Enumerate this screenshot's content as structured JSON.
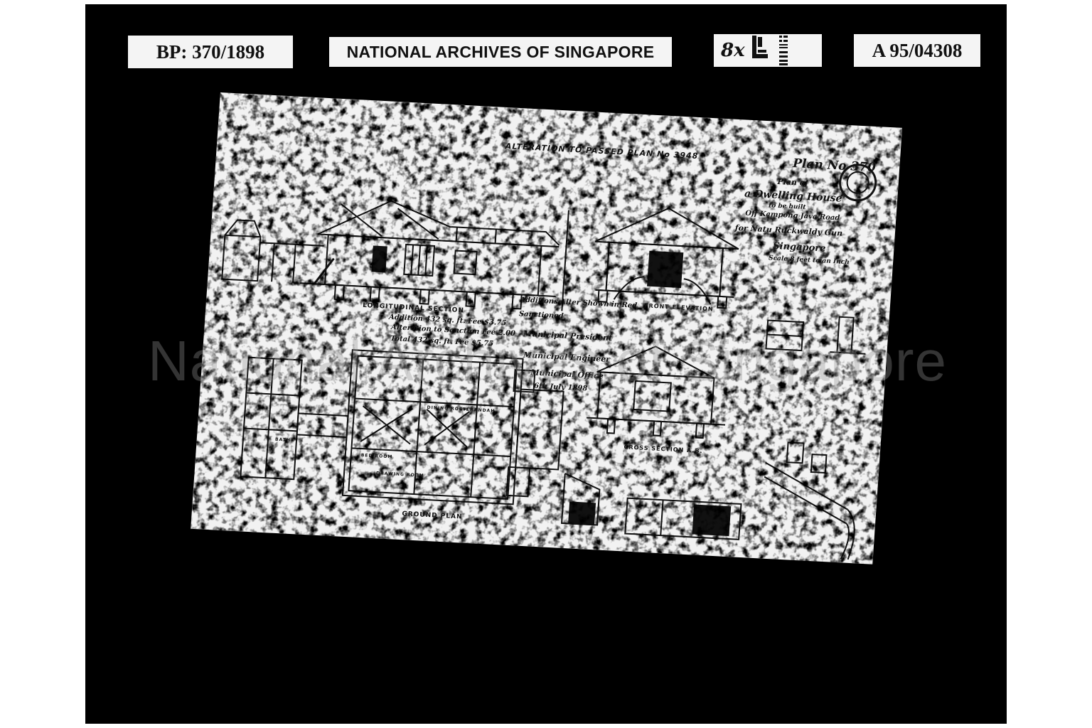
{
  "header": {
    "bp_number": "BP: 370/1898",
    "archive_name": "NATIONAL ARCHIVES OF SINGAPORE",
    "reduction": "8x",
    "reference": "A 95/04308"
  },
  "plan": {
    "heading": "ALTERATION TO PASSED PLAN No 3948",
    "plan_no": "Plan No 370",
    "title_lines": [
      "Plan of",
      "a Dwelling House",
      "to be built",
      "Off Kampong Java Road",
      "for Natu Ruckwaldy Gun",
      "Singapore",
      "Scale 8 feet to an Inch"
    ],
    "section_labels": {
      "longitudinal": "LONGITUDINAL SECTION",
      "front": "FRONT ELEVATION",
      "ground": "GROUND PLAN",
      "cross": "CROSS SECTION A.B."
    },
    "fee_lines": [
      "Addition 432 sq. ft. Fee $3.75",
      "Alteration to Sanction Fee 2.00",
      "Total 432 sq. ft. Fee $5.75"
    ],
    "approval_lines": [
      "Additions Alter Shown in Red",
      "Sanctioned",
      "Municipal President",
      "Municipal Engineer",
      "Municipal Office",
      "6th July 1898"
    ],
    "room_labels": [
      "VERANDAH",
      "DINING ROOM",
      "BED ROOM",
      "DRAWING ROOM",
      "BATH"
    ]
  },
  "watermark": "National Archives of Singapore"
}
